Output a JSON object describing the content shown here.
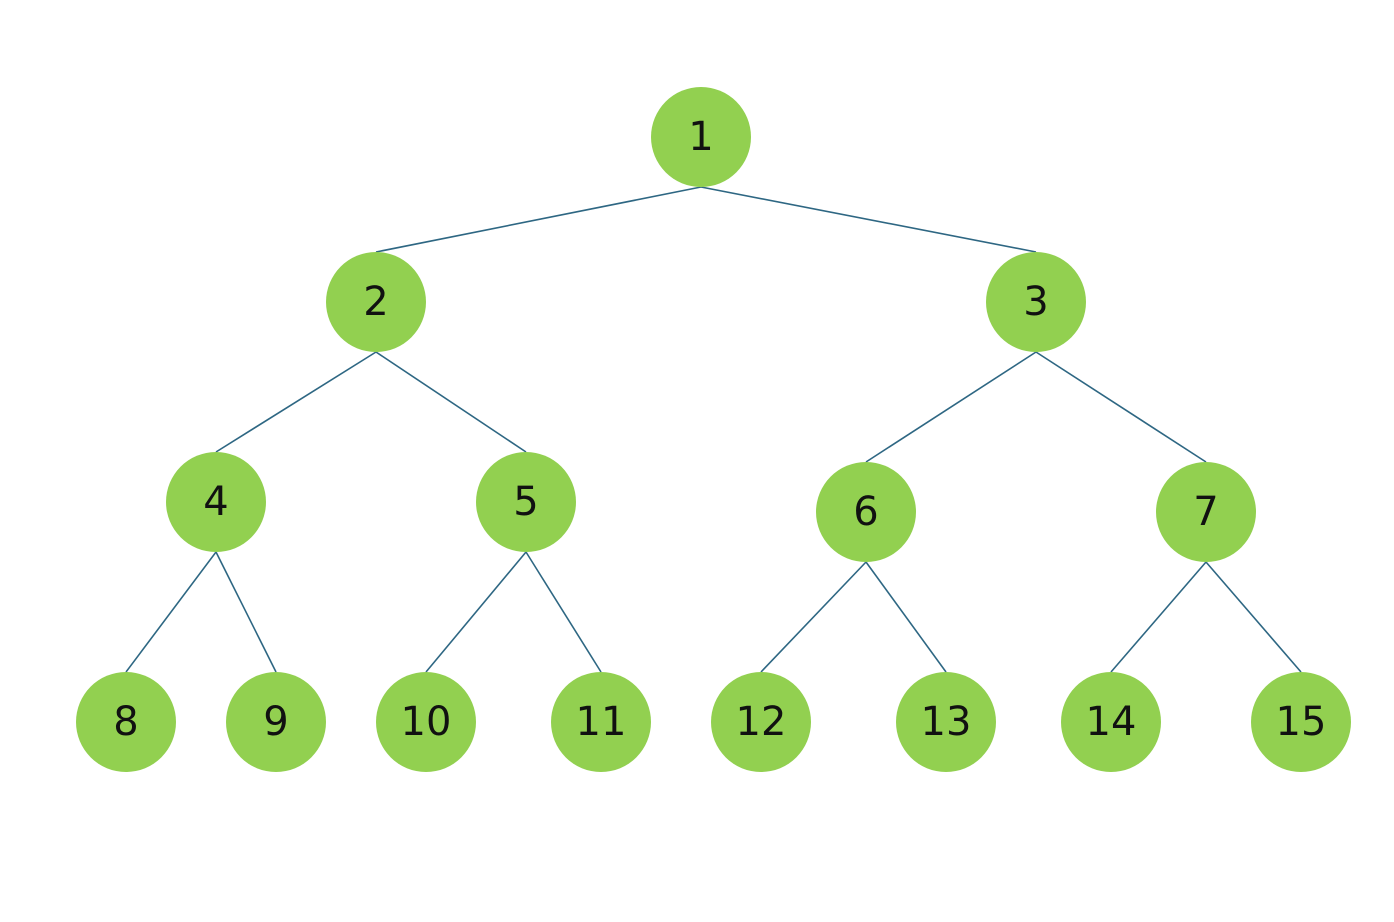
{
  "tree": {
    "node_color": "#92d050",
    "edge_color": "#2e6783",
    "label_color": "#111111",
    "nodes": [
      {
        "id": "n1",
        "label": "1"
      },
      {
        "id": "n2",
        "label": "2"
      },
      {
        "id": "n3",
        "label": "3"
      },
      {
        "id": "n4",
        "label": "4"
      },
      {
        "id": "n5",
        "label": "5"
      },
      {
        "id": "n6",
        "label": "6"
      },
      {
        "id": "n7",
        "label": "7"
      },
      {
        "id": "n8",
        "label": "8"
      },
      {
        "id": "n9",
        "label": "9"
      },
      {
        "id": "n10",
        "label": "10"
      },
      {
        "id": "n11",
        "label": "11"
      },
      {
        "id": "n12",
        "label": "12"
      },
      {
        "id": "n13",
        "label": "13"
      },
      {
        "id": "n14",
        "label": "14"
      },
      {
        "id": "n15",
        "label": "15"
      }
    ],
    "edges": [
      {
        "from": "n1",
        "to": "n2"
      },
      {
        "from": "n1",
        "to": "n3"
      },
      {
        "from": "n2",
        "to": "n4"
      },
      {
        "from": "n2",
        "to": "n5"
      },
      {
        "from": "n3",
        "to": "n6"
      },
      {
        "from": "n3",
        "to": "n7"
      },
      {
        "from": "n4",
        "to": "n8"
      },
      {
        "from": "n4",
        "to": "n9"
      },
      {
        "from": "n5",
        "to": "n10"
      },
      {
        "from": "n5",
        "to": "n11"
      },
      {
        "from": "n6",
        "to": "n12"
      },
      {
        "from": "n6",
        "to": "n13"
      },
      {
        "from": "n7",
        "to": "n14"
      },
      {
        "from": "n7",
        "to": "n15"
      }
    ]
  }
}
